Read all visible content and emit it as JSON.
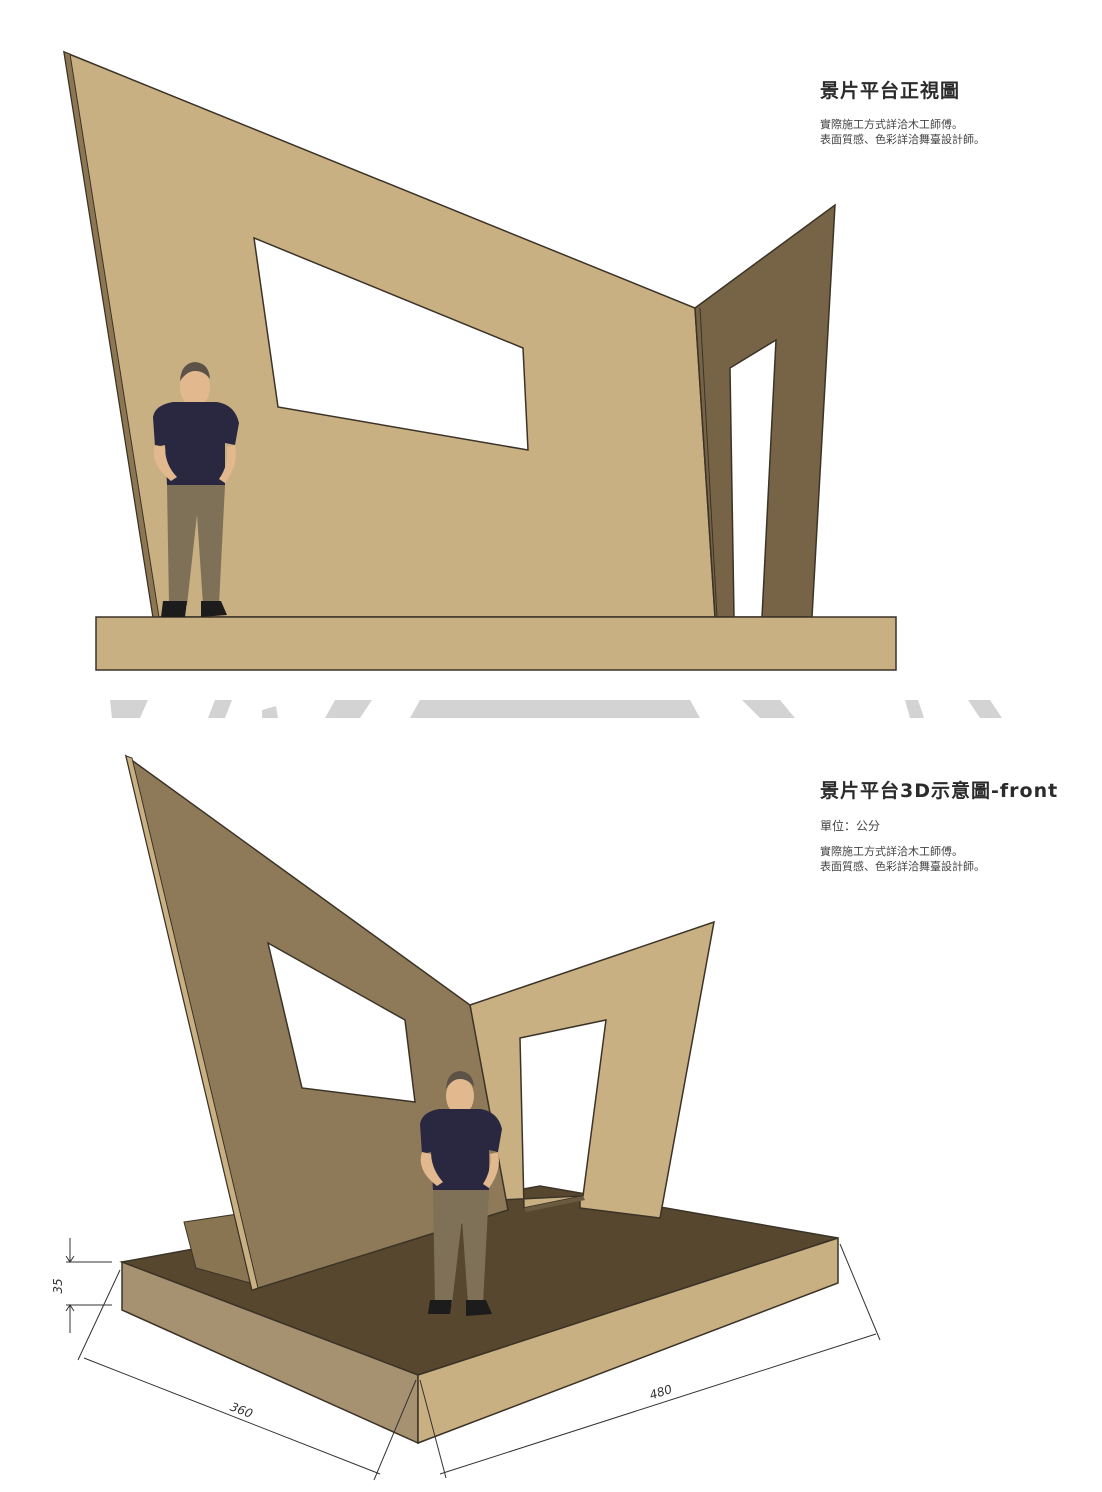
{
  "front_view": {
    "title": "景片平台正視圖",
    "notes": [
      "實際施工方式詳洽木工師傅。",
      "表面質感、色彩詳洽舞臺設計師。"
    ]
  },
  "perspective_view": {
    "title": "景片平台3D示意圖-front",
    "unit": "單位：公分",
    "notes": [
      "實際施工方式詳洽木工師傅。",
      "表面質感、色彩詳洽舞臺設計師。"
    ]
  },
  "dimensions": {
    "platform_height": "35",
    "platform_depth": "360",
    "platform_width": "480"
  },
  "colors": {
    "panel_light": "#c9b083",
    "panel_dark": "#776446",
    "floor_dark": "#57472e",
    "outline": "#3b3327"
  }
}
